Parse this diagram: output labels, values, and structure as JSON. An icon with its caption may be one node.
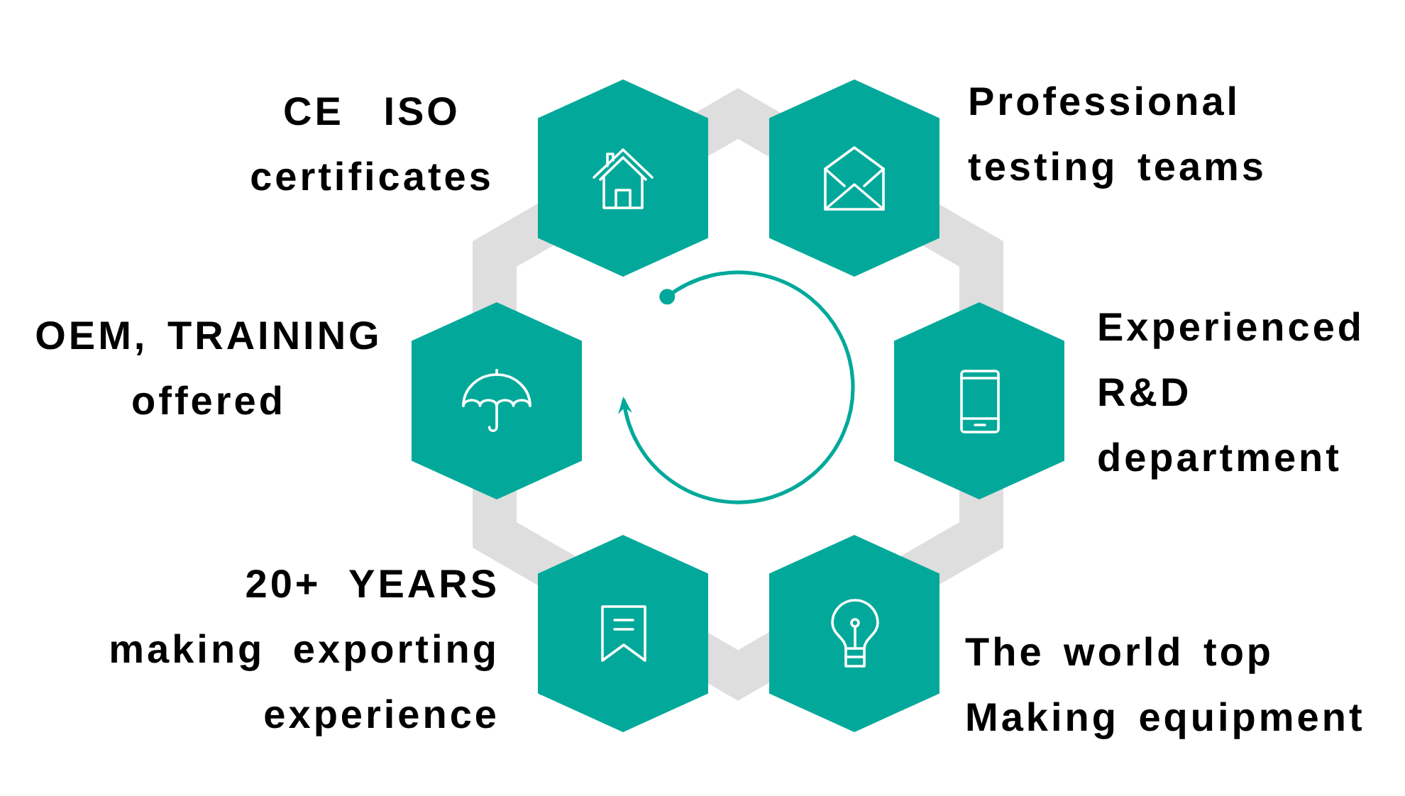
{
  "diagram": {
    "nodes": [
      {
        "text": [],
        "shape": "hexagon",
        "beside": [
          "CE ISO certificates"
        ]
      },
      {
        "text": [],
        "shape": "hexagon",
        "beside": [
          "Professional testing teams"
        ]
      },
      {
        "text": [],
        "shape": "hexagon",
        "beside": [
          "OEM, TRAINING offered"
        ]
      },
      {
        "text": [],
        "shape": "hexagon",
        "beside": [
          "Experienced R&D department"
        ]
      },
      {
        "text": [],
        "shape": "hexagon",
        "beside": [
          "20+ YEARS making exporting experience"
        ]
      },
      {
        "text": [],
        "shape": "hexagon",
        "beside": [
          "The world top Making equipment"
        ]
      }
    ]
  }
}
